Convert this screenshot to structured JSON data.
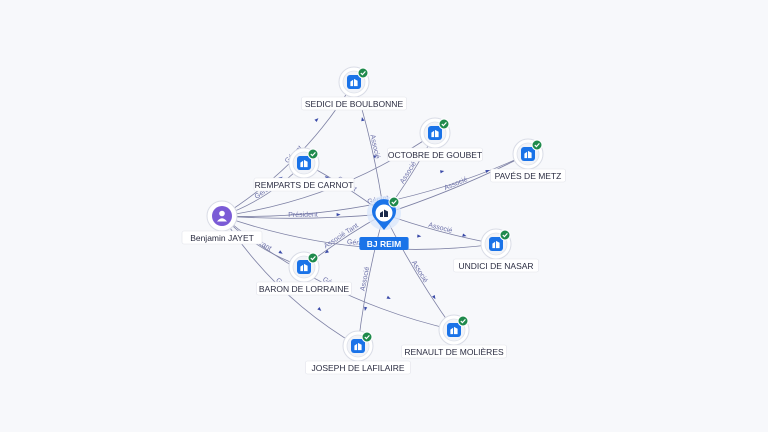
{
  "graph": {
    "center": {
      "label": "BJ REIM",
      "icon": "company-icon",
      "verified": true
    },
    "person": {
      "label": "Benjamin JAYET",
      "icon": "person-icon"
    },
    "companies": [
      {
        "id": "sedici",
        "label": "SEDICI DE BOULBONNE",
        "icon": "company-icon",
        "verified": true
      },
      {
        "id": "octobre",
        "label": "OCTOBRE DE GOUBET",
        "icon": "company-icon",
        "verified": true
      },
      {
        "id": "paves",
        "label": "PAVÉS DE METZ",
        "icon": "company-icon",
        "verified": true
      },
      {
        "id": "remparts",
        "label": "REMPARTS DE CARNOT",
        "icon": "company-icon",
        "verified": true
      },
      {
        "id": "undici",
        "label": "UNDICI DE NASAR",
        "icon": "company-icon",
        "verified": true
      },
      {
        "id": "baron",
        "label": "BARON DE LORRAINE",
        "icon": "company-icon",
        "verified": true
      },
      {
        "id": "renault",
        "label": "RENAULT DE MOLIÈRES",
        "icon": "company-icon",
        "verified": true
      },
      {
        "id": "joseph",
        "label": "JOSEPH DE LAFILAIRE",
        "icon": "company-icon",
        "verified": true
      }
    ],
    "edges": [
      {
        "from": "person",
        "to": "center",
        "label": "Président"
      },
      {
        "from": "person",
        "to": "sedici",
        "label": "Gérant"
      },
      {
        "from": "person",
        "to": "remparts",
        "label": "Gérant"
      },
      {
        "from": "person",
        "to": "octobre",
        "label": "Gérant"
      },
      {
        "from": "person",
        "to": "paves",
        "label": "Gérant"
      },
      {
        "from": "person",
        "to": "baron",
        "label": "Gérant"
      },
      {
        "from": "person",
        "to": "joseph",
        "label": "Gérant"
      },
      {
        "from": "person",
        "to": "renault",
        "label": "Gérant"
      },
      {
        "from": "person",
        "to": "undici",
        "label": "Gérant"
      },
      {
        "from": "center",
        "to": "sedici",
        "label": "Associé"
      },
      {
        "from": "center",
        "to": "octobre",
        "label": "Associé"
      },
      {
        "from": "center",
        "to": "paves",
        "label": "Associé"
      },
      {
        "from": "center",
        "to": "remparts",
        "label": "Gérant"
      },
      {
        "from": "center",
        "to": "undici",
        "label": "Associé"
      },
      {
        "from": "center",
        "to": "baron",
        "label": "Associé Tant"
      },
      {
        "from": "center",
        "to": "renault",
        "label": "Associé"
      },
      {
        "from": "center",
        "to": "joseph",
        "label": "Associé"
      }
    ],
    "colors": {
      "accent": "#1a73e8",
      "verified": "#1f8a4c",
      "person": "#7b5bd6",
      "edge": "#7d80a4",
      "edge_label": "#6b6fa8"
    }
  }
}
